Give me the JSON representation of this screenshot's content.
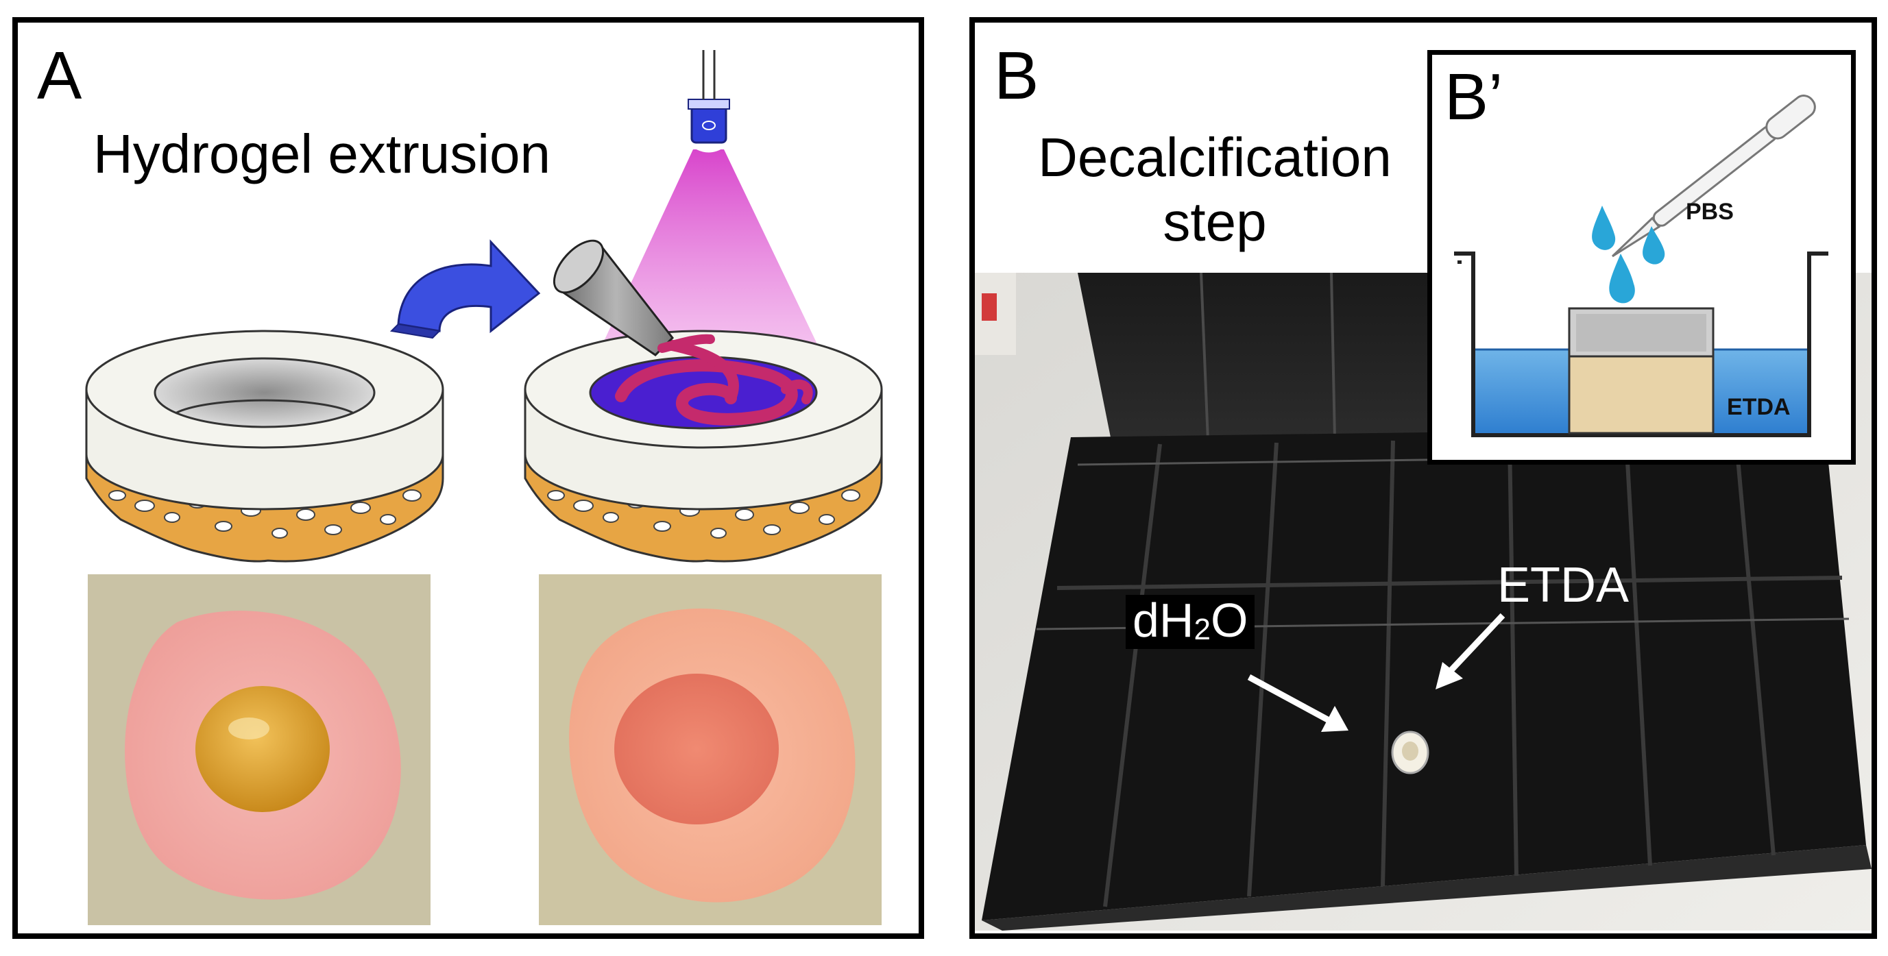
{
  "panelA": {
    "letter": "A",
    "title": "Hydrogel extrusion"
  },
  "panelB": {
    "letter": "B",
    "title_line1": "Decalcification",
    "title_line2": "step",
    "label_left_pre": "dH",
    "label_left_sub": "2",
    "label_left_post": "O",
    "label_right": "ETDA"
  },
  "inset": {
    "letter": "B’",
    "pbs_label": "PBS",
    "bath_label": "ETDA"
  },
  "colors": {
    "frame": "#000000",
    "uv_light": "#e25fd4",
    "arrow_blue": "#3b4fe0",
    "scaffold_orange": "#e7a544",
    "liquid_blue": "#3a8fd6",
    "droplet_blue": "#29a6d8"
  }
}
